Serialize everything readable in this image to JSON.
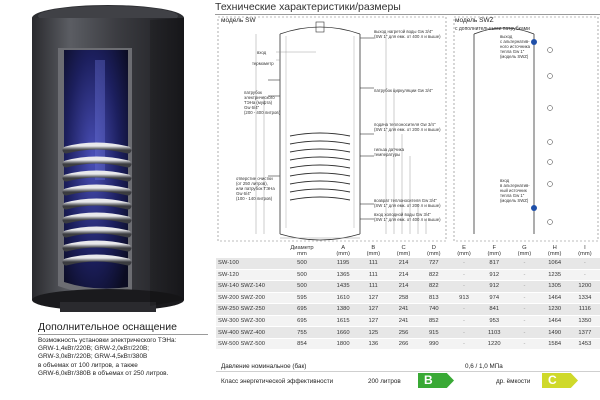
{
  "header": {
    "title": "Технические характеристики/размеры"
  },
  "diagram": {
    "model_sw": "модель SW",
    "model_swz": "модель SWZ",
    "model_swz_sub": "с дополнительными патрубками",
    "left_callouts": [
      {
        "lines": [
          "вход"
        ]
      },
      {
        "lines": [
          "термометр"
        ]
      },
      {
        "lines": [
          "патрубок",
          "электрического",
          "ТЭНа (муфта)",
          "Gw 6/4\"",
          "(200 - 400 литров)"
        ]
      },
      {
        "lines": [
          "отверстие очистки",
          "(от 250 литров),",
          "или патрубок ТЭНа",
          "Gw 6/4\"",
          "(100 - 140 литров)"
        ]
      }
    ],
    "mid_callouts": [
      {
        "lines": [
          "выход нагретой воды Gw 3/4\"",
          "(SW 1\" для емк. от 400 л и выше)"
        ]
      },
      {
        "lines": [
          "патрубок циркуляции Gw 3/4\""
        ]
      },
      {
        "lines": [
          "подача теплоносителя Gw 3/4\"",
          "(SW 1\" для емк. от 200 л и выше)"
        ]
      },
      {
        "lines": [
          "гильза датчика",
          "температуры"
        ]
      },
      {
        "lines": [
          "возврат теплоносителя Gw 3/4\"",
          "(SW 1\" для емк. от 200 л и выше)"
        ]
      },
      {
        "lines": [
          "вход холодной воды Gw 3/4\"",
          "(SW 1\" для емк. от 400 л и выше)"
        ]
      }
    ],
    "right_callouts": [
      {
        "lines": [
          "выход",
          "с альтернатив-",
          "ного источника",
          "тепла Gw 1\"",
          "(модель SWZ)"
        ]
      },
      {
        "lines": [
          "вход",
          "в альтернатив-",
          "ный источник",
          "тепла Gw 1\"",
          "(модель SWZ)"
        ]
      }
    ]
  },
  "table": {
    "headers": [
      "",
      "Диаметр",
      "A",
      "B",
      "C",
      "D",
      "E",
      "F",
      "G",
      "H",
      "I"
    ],
    "units": [
      "",
      "mm",
      "(mm)",
      "(mm)",
      "(mm)",
      "(mm)",
      "(mm)",
      "(mm)",
      "(mm)",
      "(mm)",
      "(mm)"
    ],
    "rows": [
      [
        "SW-100",
        "500",
        "1195",
        "111",
        "214",
        "727",
        "-",
        "817",
        "-",
        "1064",
        "-"
      ],
      [
        "SW-120",
        "500",
        "1365",
        "111",
        "214",
        "822",
        "-",
        "912",
        "-",
        "1235",
        "-"
      ],
      [
        "SW-140 SWZ-140",
        "500",
        "1435",
        "111",
        "214",
        "822",
        "-",
        "912",
        "-",
        "1305",
        "1200"
      ],
      [
        "SW-200 SWZ-200",
        "595",
        "1610",
        "127",
        "258",
        "813",
        "913",
        "974",
        "-",
        "1464",
        "1334"
      ],
      [
        "SW-250 SWZ-250",
        "695",
        "1380",
        "127",
        "241",
        "740",
        "-",
        "841",
        "-",
        "1230",
        "1116"
      ],
      [
        "SW-300 SWZ-300",
        "695",
        "1615",
        "127",
        "241",
        "852",
        "-",
        "953",
        "-",
        "1464",
        "1350"
      ],
      [
        "SW-400 SWZ-400",
        "755",
        "1660",
        "125",
        "256",
        "915",
        "-",
        "1103",
        "-",
        "1490",
        "1377"
      ],
      [
        "SW-500 SWZ-500",
        "854",
        "1800",
        "136",
        "266",
        "990",
        "-",
        "1220",
        "-",
        "1584",
        "1453"
      ]
    ]
  },
  "specs": {
    "pressure_label": "Давление номинальное (бак)",
    "pressure_value": "0,6 / 1,0 МПа",
    "energy_label": "Класс энергетической эффективности",
    "energy_volume": "200 литров",
    "energy_class": "B",
    "standby_label": "др. ёмкости",
    "standby_class": "C"
  },
  "extras": {
    "title": "Дополнительное оснащение",
    "lines": [
      "Возможность установки электрического ТЭНа:",
      "GRW-1,4кВт/220В; GRW-2,0кВт/220В;",
      "GRW-3,0кВт/220В; GRW-4,5кВт/380В",
      "в объемах от 100 литров, а также",
      "GRW-6,0кВт/380В в объемах от 250 литров."
    ]
  },
  "colors": {
    "class_b": "#39a935",
    "class_c": "#cfd92a"
  }
}
